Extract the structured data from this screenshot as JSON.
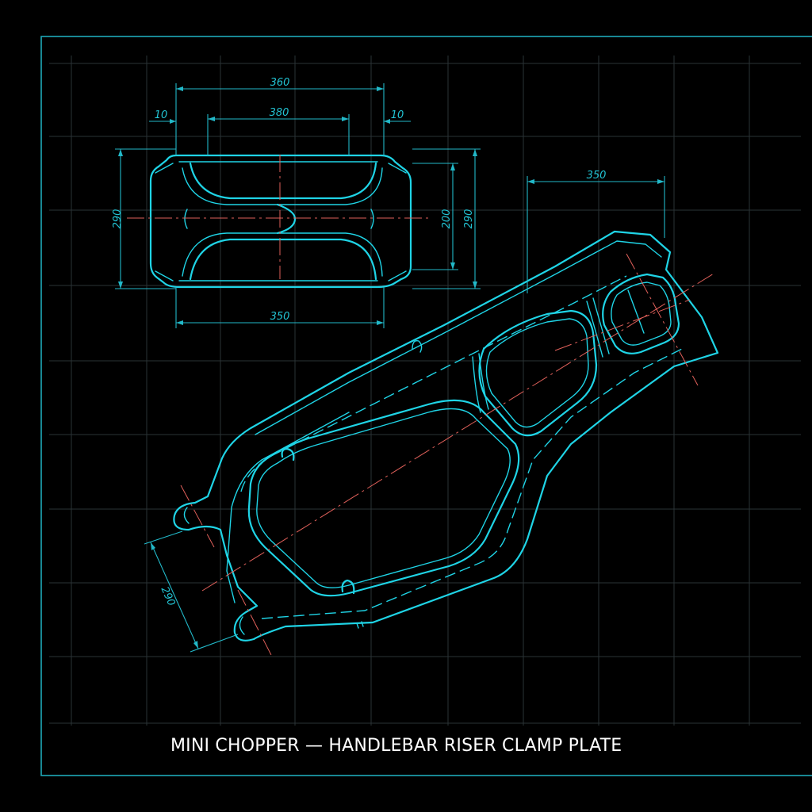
{
  "title": "MINI CHOPPER — HANDLEBAR RISER CLAMP PLATE",
  "colors": {
    "background": "#000000",
    "part_outline": "#1fd4e6",
    "dimension": "#22b8c8",
    "centerline": "#e0605a",
    "grid": "#2a3336",
    "title_text": "#ffffff"
  },
  "top_view": {
    "dim_overall_width": "360",
    "dim_inner_width": "380",
    "dim_left_offset": "10",
    "dim_right_offset": "10",
    "dim_left_height": "290",
    "dim_right_inner_height": "200",
    "dim_right_height": "290",
    "dim_bottom_width": "350"
  },
  "angled_view": {
    "dim_top_width": "350",
    "dim_left_length": "290"
  }
}
